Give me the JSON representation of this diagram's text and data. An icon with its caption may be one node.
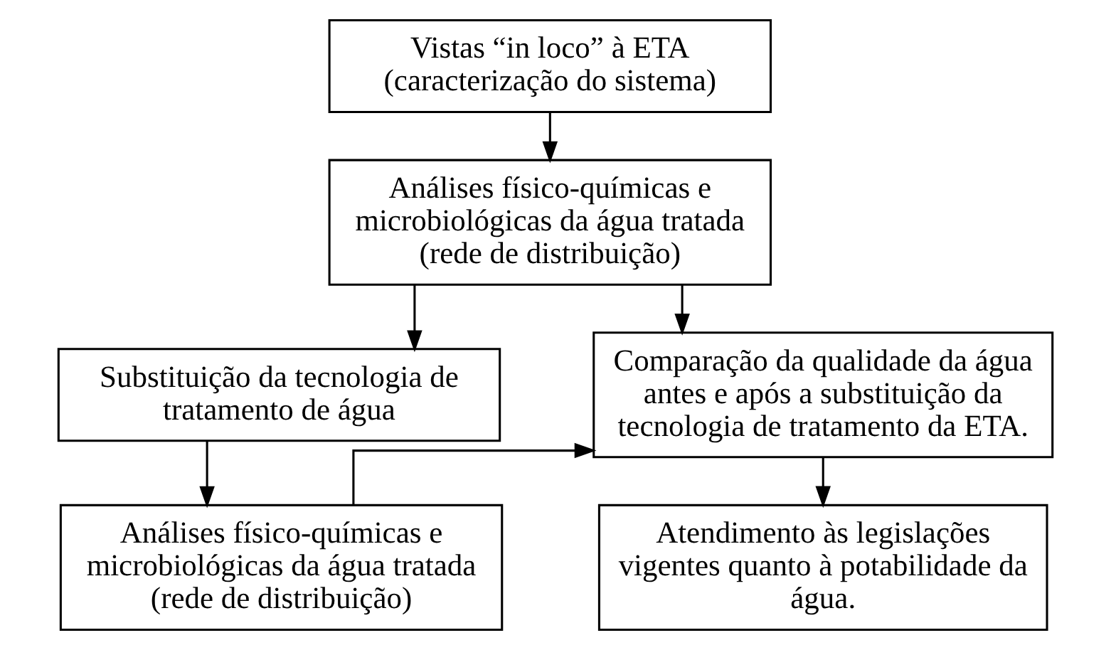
{
  "diagram": {
    "nodes": [
      {
        "text": [
          "Vistas “in loco” à ETA (caracterização do sistema)"
        ]
      },
      {
        "text": [
          "Análises físico-químicas e microbiológicas da água tratada (rede de distribuição)"
        ]
      },
      {
        "text": [
          "Substituição da tecnologia de tratamento de água"
        ]
      },
      {
        "text": [
          "Análises físico-químicas e microbiológicas da água tratada (rede de distribuição)"
        ]
      },
      {
        "text": [
          "Comparação da qualidade da água antes e após a substituição da tecnologia de tratamento da ETA."
        ]
      },
      {
        "text": [
          "Atendimento às legislações vigentes quanto à potabilidade da água."
        ]
      }
    ],
    "edges": [
      {
        "from": 0,
        "to": 1,
        "arrow": "to"
      },
      {
        "from": 1,
        "to": 2,
        "arrow": "to"
      },
      {
        "from": 2,
        "to": 3,
        "arrow": "to"
      },
      {
        "from": 1,
        "to": 4,
        "arrow": "to"
      },
      {
        "from": 3,
        "to": 4,
        "arrow": "to"
      },
      {
        "from": 4,
        "to": 5,
        "arrow": "to"
      }
    ]
  }
}
